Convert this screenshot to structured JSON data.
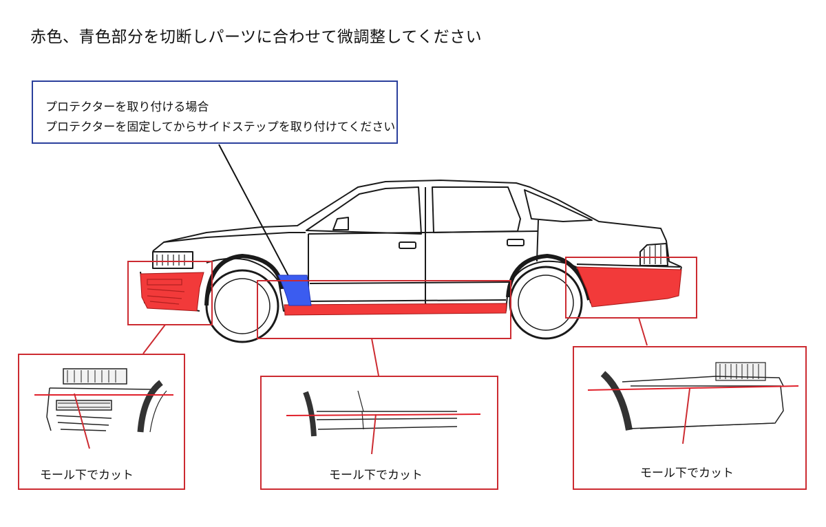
{
  "header": {
    "instruction": "赤色、青色部分を切断しパーツに合わせて微調整してください"
  },
  "protector_note": {
    "line1": "プロテクターを取り付ける場合",
    "line2": "プロテクターを固定してからサイドステップを取り付けてください"
  },
  "details": {
    "front": {
      "caption": "モール下でカット"
    },
    "side": {
      "caption": "モール下でカット"
    },
    "rear": {
      "caption": "モール下でカット"
    }
  },
  "colors": {
    "cut_red": "#f23a3a",
    "protector_blue": "#3b5cf0",
    "frame_red": "#cc2a30",
    "note_border": "#2a3f9c"
  }
}
